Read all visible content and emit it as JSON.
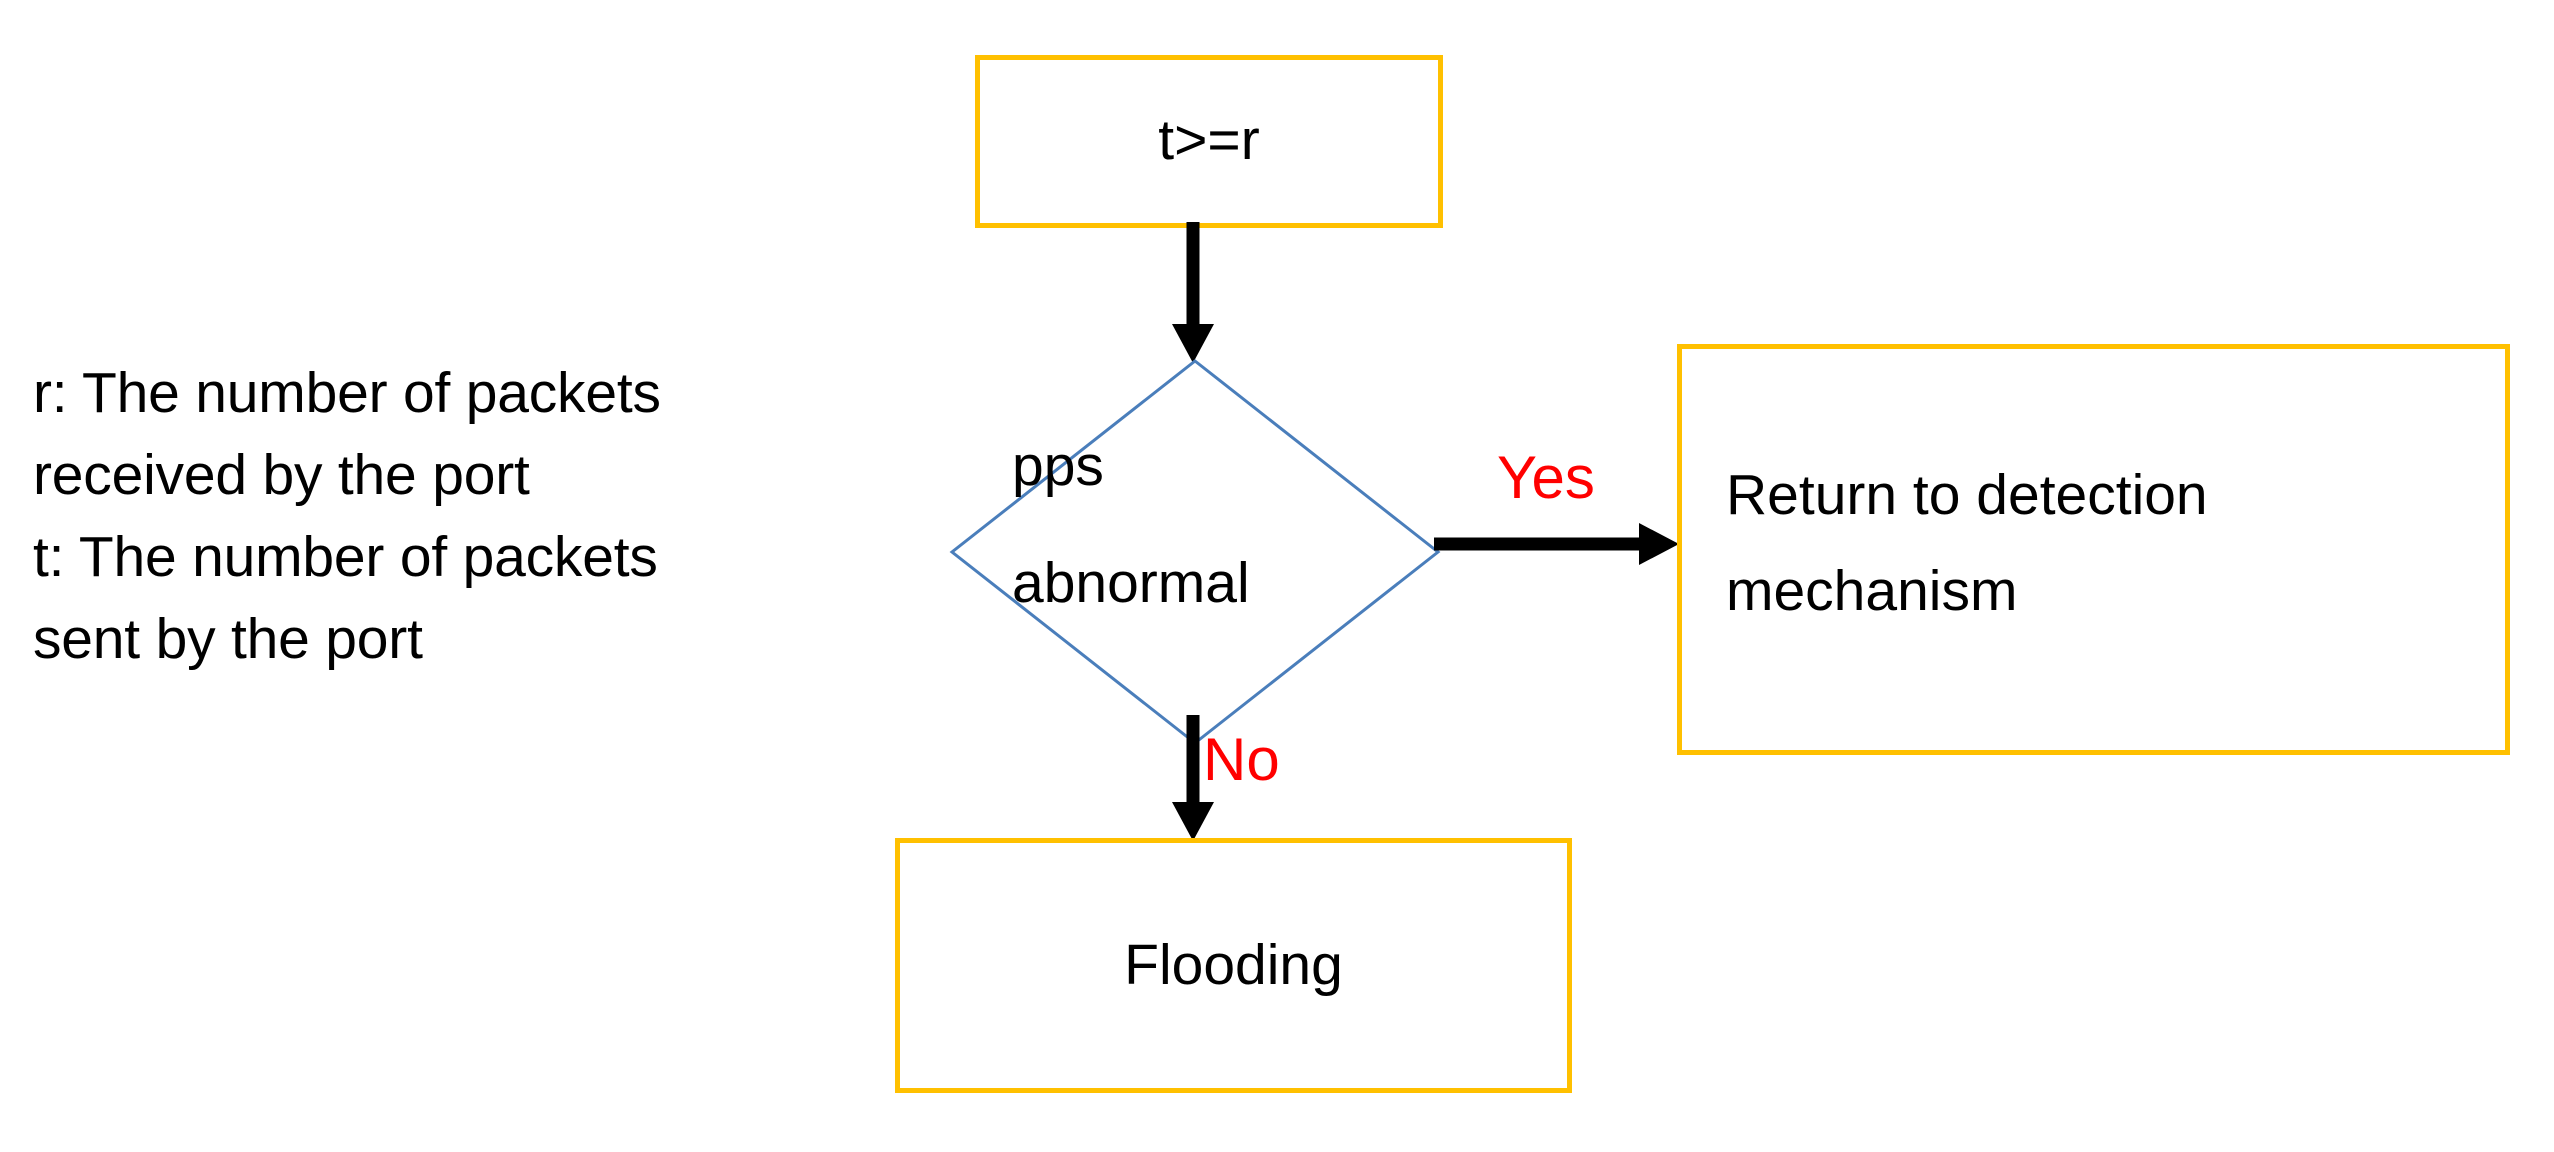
{
  "diagram": {
    "title": "pps abnormal detection decision flow",
    "colors": {
      "box_border": "#FFC000",
      "decision_outline": "#4A7EBB",
      "connector": "#000000",
      "branch_label": "#FF0000",
      "text": "#000000",
      "background": "#FFFFFF"
    },
    "legend": {
      "lines": [
        "r: The number of packets",
        "received by the port",
        "t: The number of packets",
        "sent by the port"
      ]
    },
    "nodes": {
      "top": {
        "label": "t>=r",
        "shape": "rectangle"
      },
      "decision": {
        "label_line_1": "pps",
        "label_line_2": "abnormal",
        "shape": "diamond"
      },
      "right": {
        "label": "Return to detection\nmechanism",
        "shape": "rectangle"
      },
      "bottom": {
        "label": "Flooding",
        "shape": "rectangle"
      }
    },
    "edges": {
      "yes_label": "Yes",
      "no_label": "No"
    }
  }
}
